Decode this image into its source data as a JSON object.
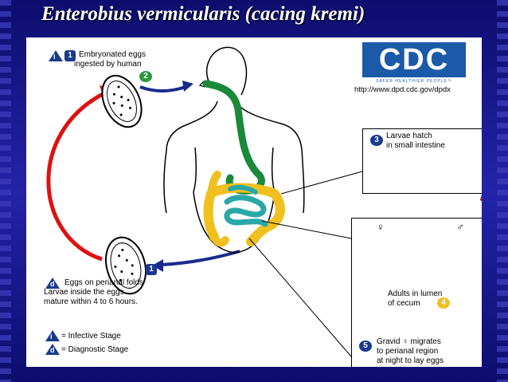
{
  "slide": {
    "title": "Enterobius vermicularis (cacing kremi)"
  },
  "diagram": {
    "cdc_logo": {
      "text": "CDC",
      "tagline": "SAFER·HEALTHIER·PEOPLE™",
      "url": "http://www.dpd.cdc.gov/dpdx"
    },
    "stages": [
      {
        "number": "1",
        "marker": "i",
        "text_line1": "Embryonated eggs",
        "text_line2": "ingested by human"
      },
      {
        "number": "2"
      },
      {
        "number": "3",
        "text_line1": "Larvae hatch",
        "text_line2": "in small intestine"
      },
      {
        "number": "4",
        "text_line1": "Adults in lumen",
        "text_line2": "of cecum"
      },
      {
        "number": "5",
        "text_line1": "Gravid ♀ migrates",
        "text_line2": "to perianal region",
        "text_line3": "at night to lay eggs"
      },
      {
        "number": "1",
        "marker": "d",
        "text_line1": "Eggs on perianal folds",
        "text_line2": "Larvae inside the eggs",
        "text_line3": "mature within 4 to 6 hours."
      }
    ],
    "sex_symbols": {
      "female": "♀",
      "male": "♂"
    },
    "legend": [
      {
        "marker": "i",
        "text": "= Infective Stage"
      },
      {
        "marker": "d",
        "text": "= Diagnostic Stage"
      }
    ],
    "colors": {
      "red_arrow": "#e01010",
      "blue_arrow": "#1a2a8c",
      "esophagus": "#1a8a3a",
      "small_intestine": "#2aa8a8",
      "large_intestine": "#f0c020",
      "badge": "#1a3a8c",
      "badge_green": "#2a9a3a",
      "badge_yellow": "#f0c020"
    }
  }
}
